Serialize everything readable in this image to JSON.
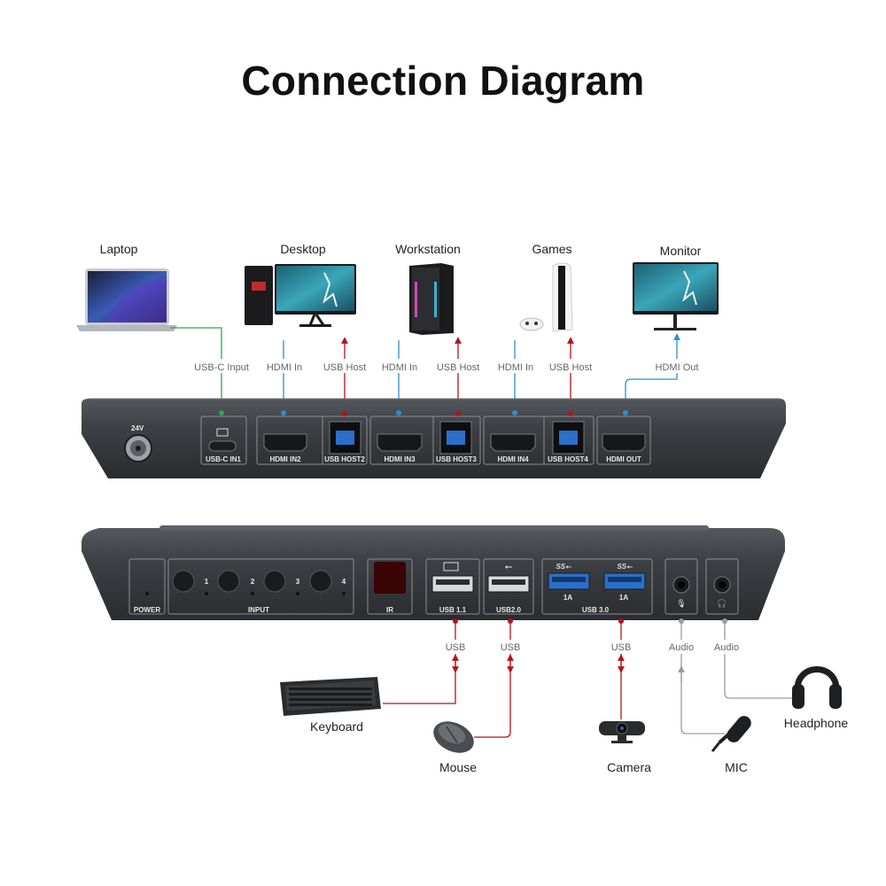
{
  "title": "Connection Diagram",
  "colors": {
    "usb": "#b5121b",
    "hdmi": "#2b8fcf",
    "usbc": "#2aa84a",
    "audio": "#9a9a9a",
    "panel": "#3a3c40"
  },
  "top_devices": [
    {
      "name": "Laptop",
      "icon": "laptop-icon"
    },
    {
      "name": "Desktop",
      "icon": "desktop-pc-icon"
    },
    {
      "name": "Workstation",
      "icon": "tower-pc-icon"
    },
    {
      "name": "Games",
      "icon": "game-console-icon"
    },
    {
      "name": "Monitor",
      "icon": "monitor-icon"
    }
  ],
  "top_connections": [
    {
      "label": "USB-C Input",
      "kind": "usbc"
    },
    {
      "label": "HDMI In",
      "kind": "hdmi"
    },
    {
      "label": "USB Host",
      "kind": "usb"
    },
    {
      "label": "HDMI In",
      "kind": "hdmi"
    },
    {
      "label": "USB Host",
      "kind": "usb"
    },
    {
      "label": "HDMI In",
      "kind": "hdmi"
    },
    {
      "label": "USB Host",
      "kind": "usb"
    },
    {
      "label": "HDMI Out",
      "kind": "hdmi"
    }
  ],
  "rear_panel": {
    "power_label": "24V",
    "ports": [
      "USB-C IN1",
      "HDMI IN2",
      "USB HOST2",
      "HDMI IN3",
      "USB HOST3",
      "HDMI IN4",
      "USB HOST4",
      "HDMI OUT"
    ]
  },
  "front_panel": {
    "sections": [
      "POWER",
      "INPUT",
      "IR",
      "USB 1.1",
      "USB2.0",
      "USB 3.0"
    ],
    "input_numbers": [
      "1",
      "2",
      "3",
      "4"
    ],
    "usb3_ratings": [
      "1A",
      "1A"
    ]
  },
  "bottom_connections": [
    {
      "label": "USB",
      "kind": "usb"
    },
    {
      "label": "USB",
      "kind": "usb"
    },
    {
      "label": "USB",
      "kind": "usb"
    },
    {
      "label": "Audio",
      "kind": "audio"
    },
    {
      "label": "Audio",
      "kind": "audio"
    }
  ],
  "bottom_devices": [
    {
      "name": "Keyboard",
      "icon": "keyboard-icon"
    },
    {
      "name": "Mouse",
      "icon": "mouse-icon"
    },
    {
      "name": "Camera",
      "icon": "webcam-icon"
    },
    {
      "name": "MIC",
      "icon": "microphone-icon"
    },
    {
      "name": "Headphone",
      "icon": "headphone-icon"
    }
  ]
}
